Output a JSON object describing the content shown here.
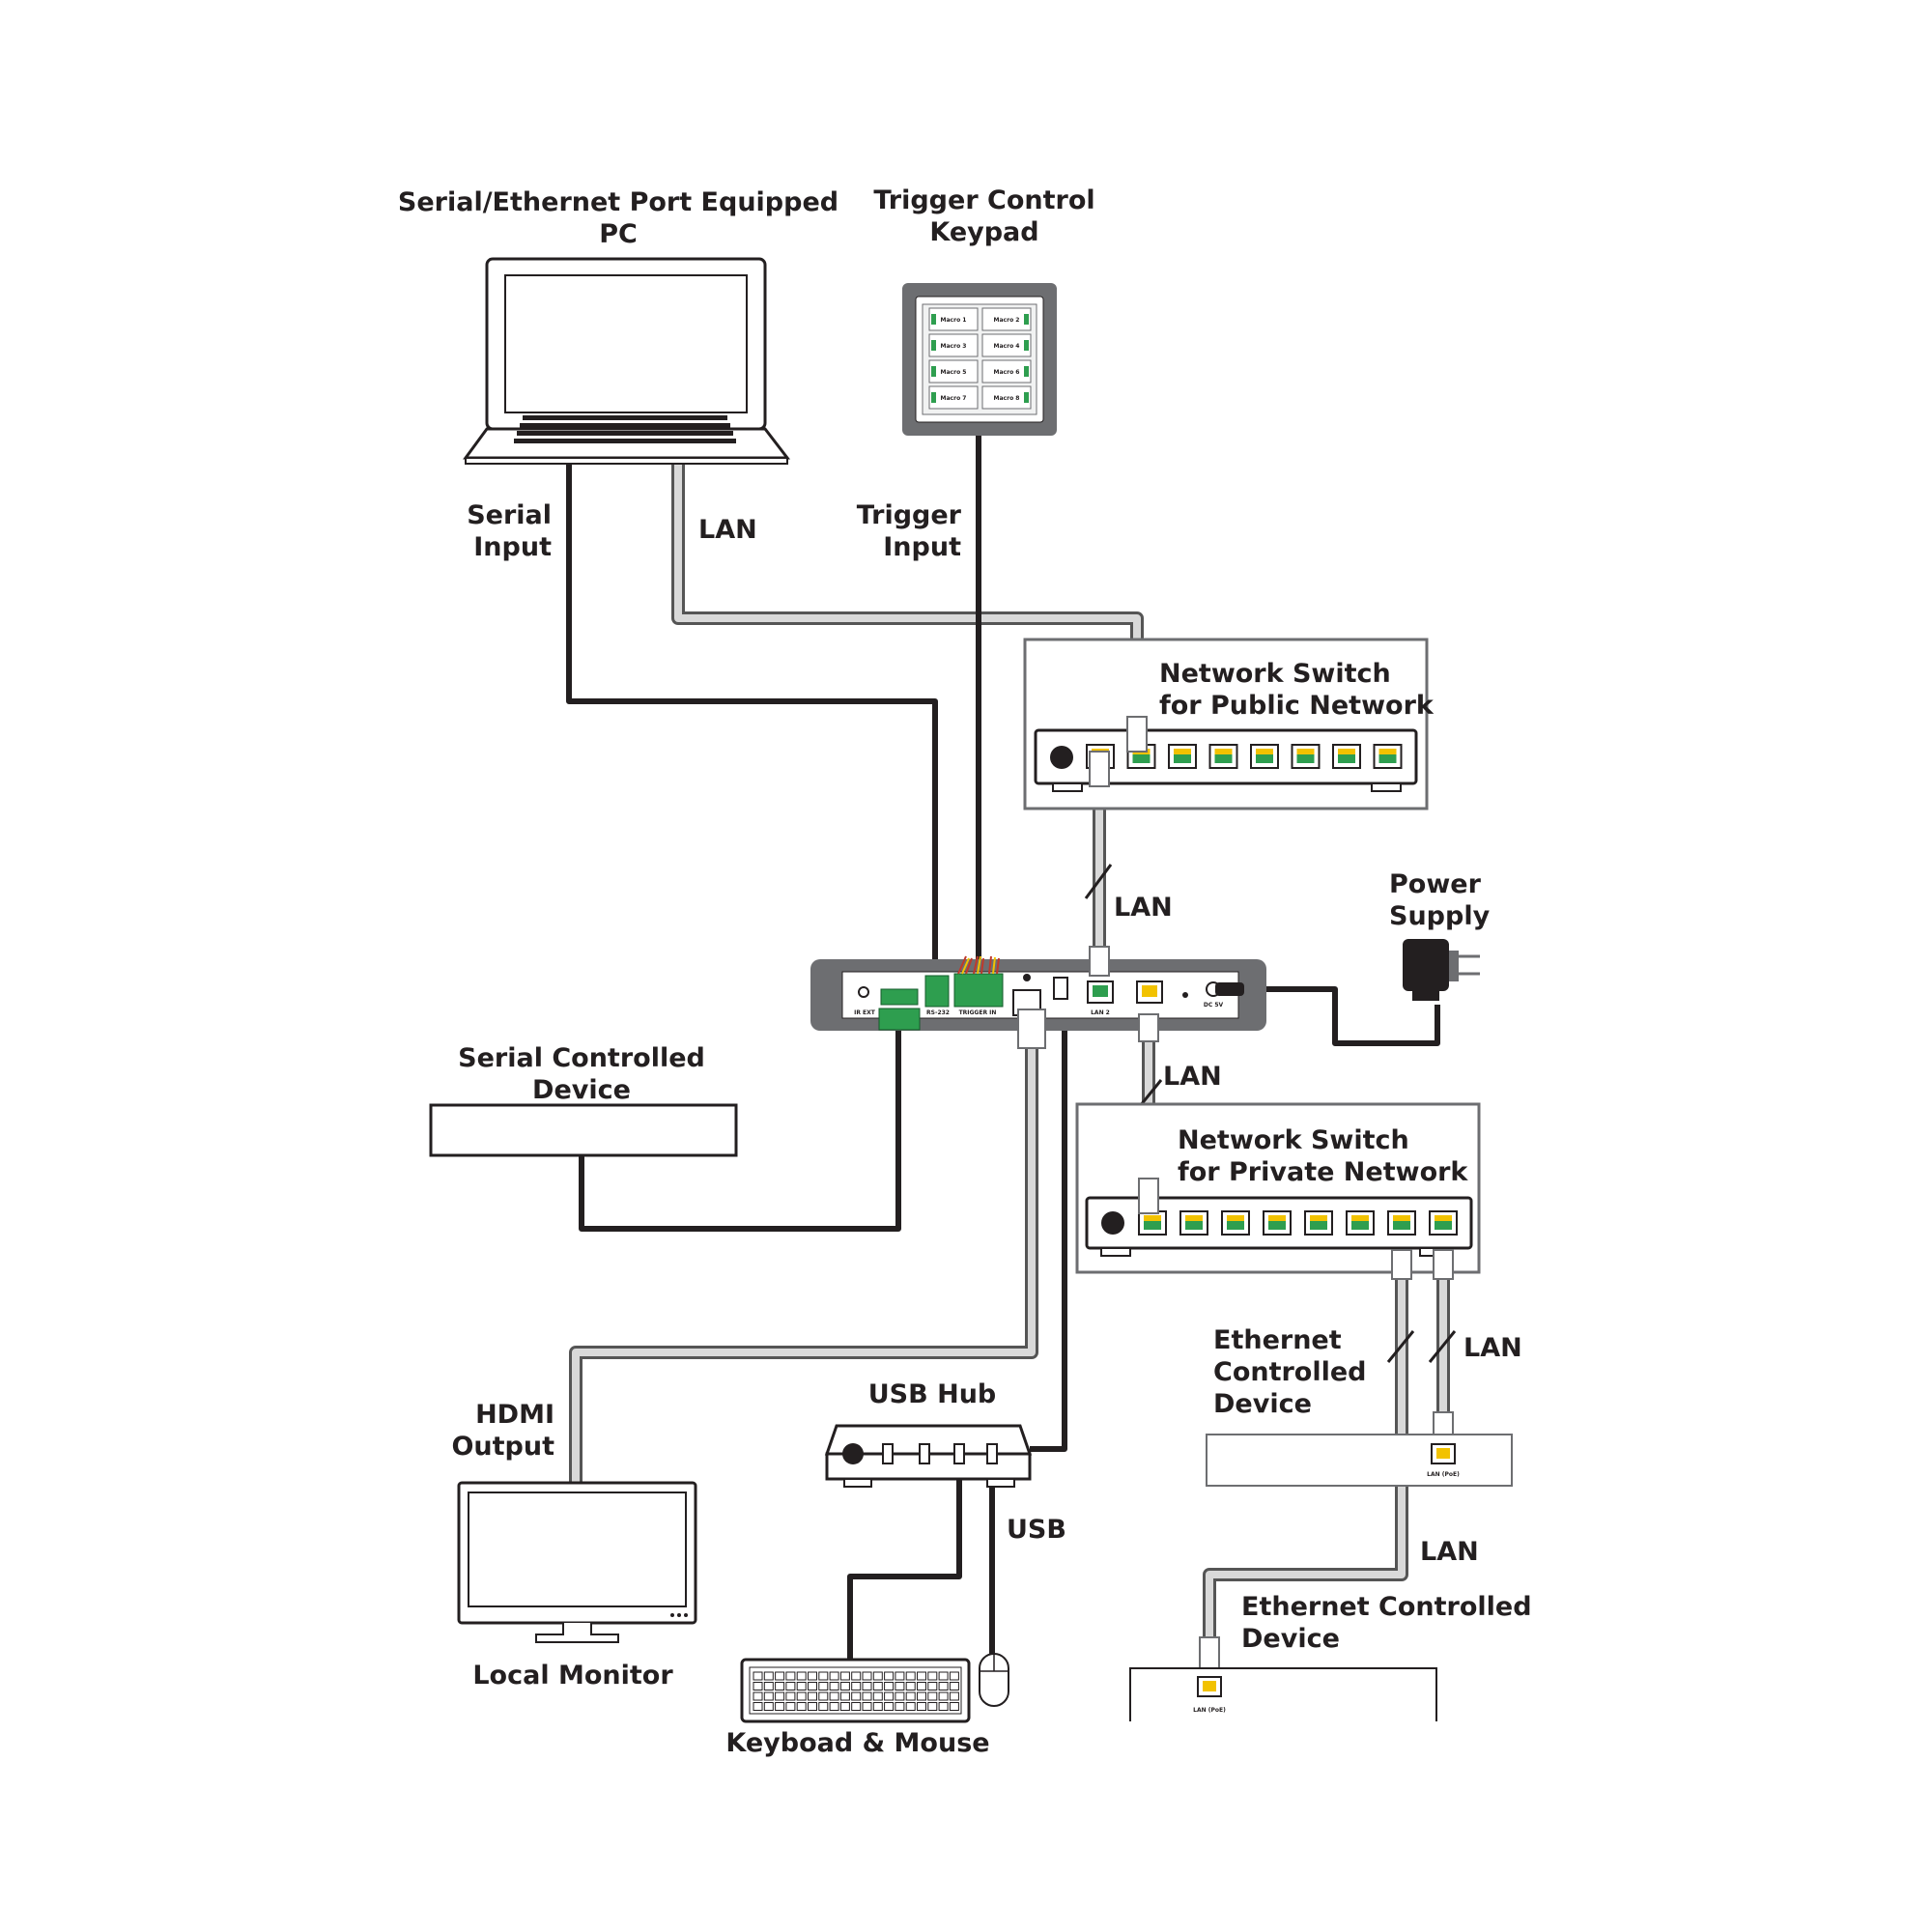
{
  "labels": {
    "pc_line1": "Serial/Ethernet Port Equipped",
    "pc_line2": "PC",
    "keypad_line1": "Trigger Control",
    "keypad_line2": "Keypad",
    "serial_input_line1": "Serial",
    "serial_input_line2": "Input",
    "lan_pc": "LAN",
    "trigger_input_line1": "Trigger",
    "trigger_input_line2": "Input",
    "switch_public_line1": "Network Switch",
    "switch_public_line2": "for Public Network",
    "lan_uplink": "LAN",
    "power_line1": "Power",
    "power_line2": "Supply",
    "serial_device_line1": "Serial Controlled",
    "serial_device_line2": "Device",
    "lan_private": "LAN",
    "switch_private_line1": "Network Switch",
    "switch_private_line2": "for Private Network",
    "eth_device1_line1": "Ethernet",
    "eth_device1_line2": "Controlled",
    "eth_device1_line3": "Device",
    "lan_device1": "LAN",
    "hdmi_line1": "HDMI",
    "hdmi_line2": "Output",
    "usb_hub": "USB Hub",
    "usb": "USB",
    "lan_device2": "LAN",
    "eth_device2_line1": "Ethernet Controlled",
    "eth_device2_line2": "Device",
    "local_monitor": "Local Monitor",
    "keyboard_mouse": "Keyboad & Mouse"
  },
  "panel_labels": {
    "ir_ext": "IR EXT",
    "rs232": "RS-232",
    "trigger_in": "TRIGGER IN",
    "lan2": "LAN 2",
    "dc": "DC 5V",
    "lan_poe_1": "LAN (PoE)",
    "lan_poe_2": "LAN (PoE)"
  },
  "keypad_buttons": [
    "Macro 1",
    "Macro 2",
    "Macro 3",
    "Macro 4",
    "Macro 5",
    "Macro 6",
    "Macro 7",
    "Macro 8"
  ],
  "colors": {
    "ink": "#231f20",
    "panel_gray": "#6d6e71",
    "lan_cable": "#d9d9d9",
    "terminal_green": "#2e9e4f",
    "port_yellow": "#f2c200"
  }
}
